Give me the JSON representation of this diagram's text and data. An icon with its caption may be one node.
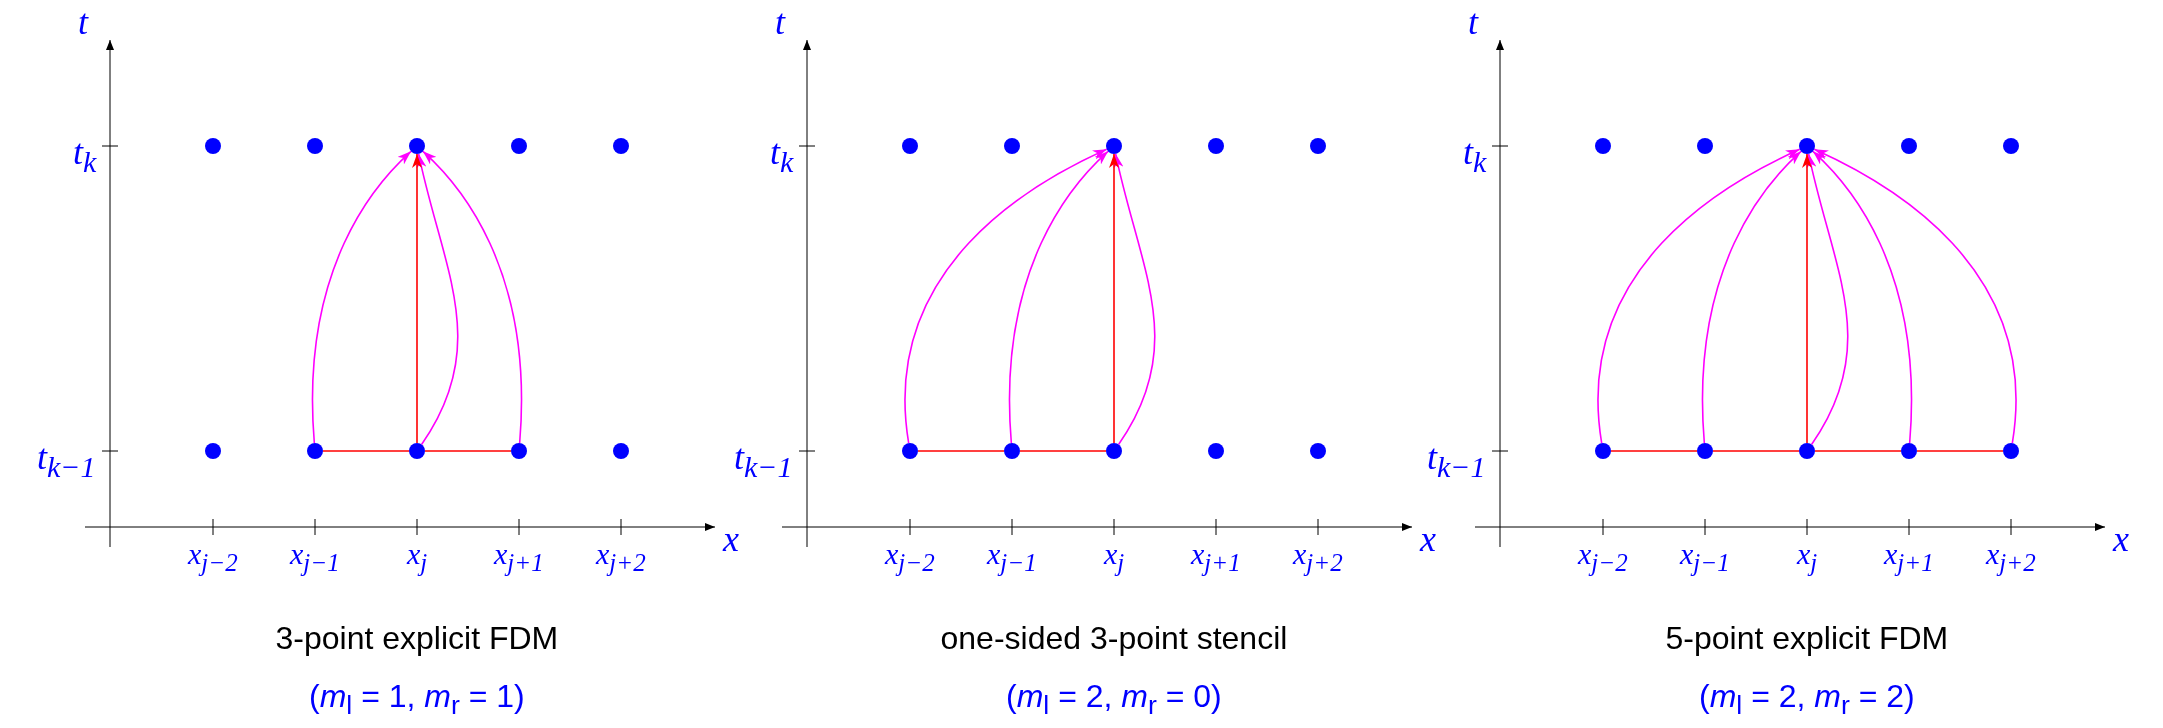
{
  "diagram": {
    "nodes": [
      {
        "text": [],
        "shape": "circle"
      },
      {
        "text": [],
        "shape": "circle"
      },
      {
        "text": [],
        "shape": "circle"
      },
      {
        "text": [],
        "shape": "circle"
      },
      {
        "text": [],
        "shape": "circle"
      },
      {
        "text": [],
        "shape": "circle"
      },
      {
        "text": [],
        "shape": "circle"
      },
      {
        "text": [],
        "shape": "circle"
      },
      {
        "text": [],
        "shape": "circle"
      },
      {
        "text": [],
        "shape": "circle"
      },
      {
        "text": [],
        "shape": "circle"
      },
      {
        "text": [],
        "shape": "circle"
      },
      {
        "text": [],
        "shape": "circle"
      },
      {
        "text": [],
        "shape": "circle"
      },
      {
        "text": [],
        "shape": "circle"
      },
      {
        "text": [],
        "shape": "circle"
      },
      {
        "text": [],
        "shape": "circle"
      },
      {
        "text": [],
        "shape": "circle"
      },
      {
        "text": [],
        "shape": "circle"
      },
      {
        "text": [],
        "shape": "circle"
      },
      {
        "text": [],
        "shape": "circle"
      },
      {
        "text": [],
        "shape": "circle"
      },
      {
        "text": [],
        "shape": "circle"
      },
      {
        "text": [],
        "shape": "circle"
      },
      {
        "text": [],
        "shape": "circle"
      },
      {
        "text": [],
        "shape": "circle"
      },
      {
        "text": [],
        "shape": "circle"
      },
      {
        "text": [],
        "shape": "circle"
      },
      {
        "text": [],
        "shape": "circle"
      },
      {
        "text": [],
        "shape": "circle"
      }
    ],
    "edges": [
      {
        "from": 6,
        "to": 2,
        "arrow": "to",
        "color": "#ff00ff"
      },
      {
        "from": 7,
        "to": 2,
        "arrow": "to",
        "color": "#ff00ff"
      },
      {
        "from": 8,
        "to": 2,
        "arrow": "to",
        "color": "#ff00ff"
      },
      {
        "from": 7,
        "to": 2,
        "arrow": "to",
        "color": "#ff0000"
      },
      {
        "from": 6,
        "to": 7,
        "arrow": "none",
        "color": "#ff0000"
      },
      {
        "from": 7,
        "to": 8,
        "arrow": "none",
        "color": "#ff0000"
      },
      {
        "from": 15,
        "to": 12,
        "arrow": "to",
        "color": "#ff00ff"
      },
      {
        "from": 16,
        "to": 12,
        "arrow": "to",
        "color": "#ff00ff"
      },
      {
        "from": 17,
        "to": 12,
        "arrow": "to",
        "color": "#ff00ff"
      },
      {
        "from": 17,
        "to": 12,
        "arrow": "to",
        "color": "#ff0000"
      },
      {
        "from": 15,
        "to": 16,
        "arrow": "none",
        "color": "#ff0000"
      },
      {
        "from": 16,
        "to": 17,
        "arrow": "none",
        "color": "#ff0000"
      },
      {
        "from": 25,
        "to": 22,
        "arrow": "to",
        "color": "#ff00ff"
      },
      {
        "from": 26,
        "to": 22,
        "arrow": "to",
        "color": "#ff00ff"
      },
      {
        "from": 27,
        "to": 22,
        "arrow": "to",
        "color": "#ff00ff"
      },
      {
        "from": 28,
        "to": 22,
        "arrow": "to",
        "color": "#ff00ff"
      },
      {
        "from": 29,
        "to": 22,
        "arrow": "to",
        "color": "#ff00ff"
      },
      {
        "from": 27,
        "to": 22,
        "arrow": "to",
        "color": "#ff0000"
      },
      {
        "from": 25,
        "to": 26,
        "arrow": "none",
        "color": "#ff0000"
      },
      {
        "from": 26,
        "to": 27,
        "arrow": "none",
        "color": "#ff0000"
      },
      {
        "from": 27,
        "to": 28,
        "arrow": "none",
        "color": "#ff0000"
      },
      {
        "from": 28,
        "to": 29,
        "arrow": "none",
        "color": "#ff0000"
      }
    ],
    "labels": [
      "t",
      "t$_{k}$",
      "t$_{k−1}$",
      "x$_{j−2}$",
      "x$_{j−1}$",
      "x$_{j}$",
      "x$_{j+1}$",
      "x$_{j+2}$",
      "x",
      "3-point explicit FDM",
      "(*m*$_{l}$ = 1, *m*$_{r}$ = 1)",
      "t",
      "t$_{k}$",
      "t$_{k−1}$",
      "x$_{j−2}$",
      "x$_{j−1}$",
      "x$_{j}$",
      "x$_{j+1}$",
      "x$_{j+2}$",
      "x",
      "one-sided 3-point stencil",
      "(*m*$_{l}$ = 2, *m*$_{r}$ = 0)",
      "t",
      "t$_{k}$",
      "t$_{k−1}$",
      "x$_{j−2}$",
      "x$_{j−1}$",
      "x$_{j}$",
      "x$_{j+1}$",
      "x$_{j+2}$",
      "x",
      "5-point explicit FDM",
      "(*m*$_{l}$ = 2, *m*$_{r}$ = 2)"
    ]
  }
}
